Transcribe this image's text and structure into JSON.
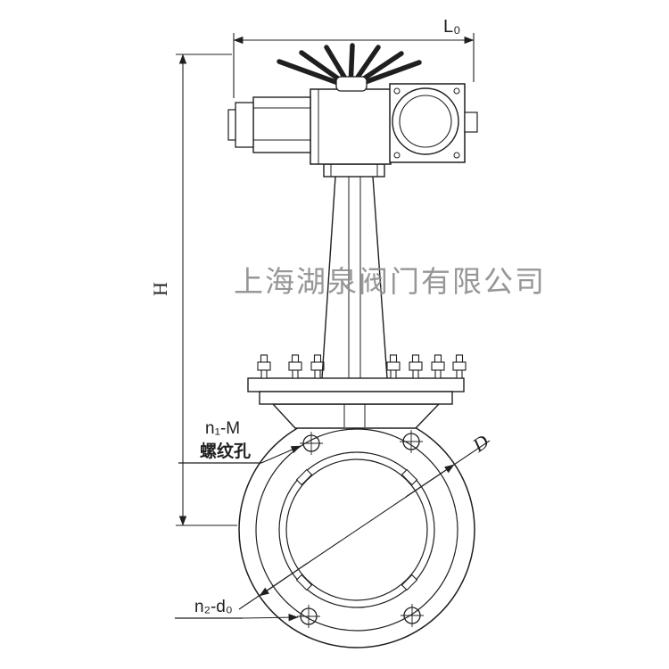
{
  "watermark": {
    "text": "上海湖泉阀门有限公司",
    "color": "#8c8c8c"
  },
  "dimensions": {
    "top_width_label": "L₀",
    "height_label": "H",
    "diameter_label": "D"
  },
  "callouts": {
    "thread_holes_line1": "n₁-M",
    "thread_holes_line2": "螺纹孔",
    "bottom_holes_label": "n₂-d₀"
  },
  "drawing": {
    "line_color": "#1f1f1f",
    "background": "#ffffff"
  }
}
